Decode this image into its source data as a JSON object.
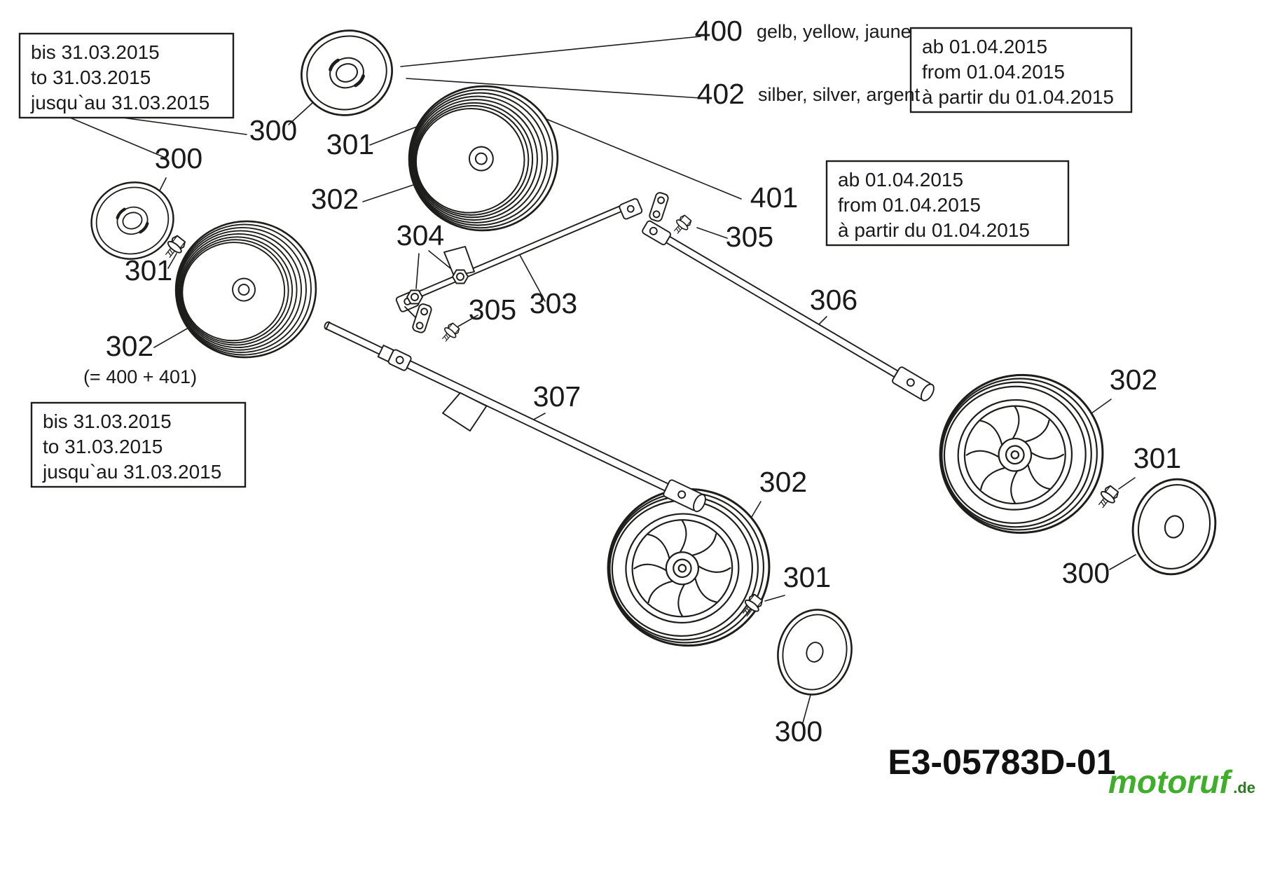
{
  "page": {
    "background": "#ffffff",
    "line_color": "#1d1d1b",
    "accent_green": "#3fae2a"
  },
  "date_boxes": {
    "bis_top": {
      "line1": "bis 31.03.2015",
      "line2": "to 31.03.2015",
      "line3": "jusqu`au 31.03.2015"
    },
    "ab_top": {
      "line1": "ab 01.04.2015",
      "line2": "from 01.04.2015",
      "line3": "à partir du 01.04.2015"
    },
    "ab_middle": {
      "line1": "ab 01.04.2015",
      "line2": "from 01.04.2015",
      "line3": "à partir du 01.04.2015"
    },
    "bis_bottom": {
      "line1": "bis 31.03.2015",
      "line2": "to 31.03.2015",
      "line3": "jusqu`au 31.03.2015"
    }
  },
  "labels": {
    "p300": "300",
    "p301": "301",
    "p302": "302",
    "p303": "303",
    "p304": "304",
    "p305": "305",
    "p306": "306",
    "p307": "307",
    "p400": "400",
    "p401": "401",
    "p402": "402",
    "note400": "gelb, yellow, jaune",
    "note402": "silber, silver, argent",
    "note302": "(= 400 + 401)"
  },
  "footer": {
    "diagram_code": "E3-05783D-01",
    "watermark_name": "motoruf",
    "watermark_domain": ".de"
  }
}
